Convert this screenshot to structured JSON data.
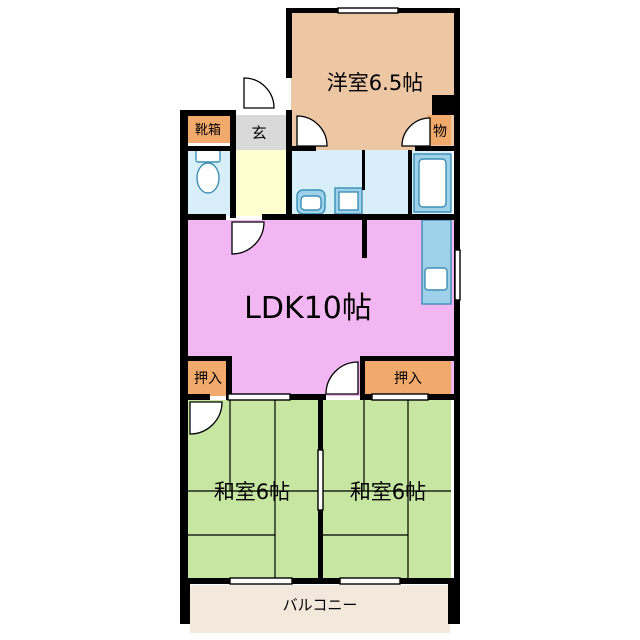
{
  "rooms": {
    "western_room": "洋室6.5帖",
    "ldk": "LDK10帖",
    "japanese_room_left": "和室6帖",
    "japanese_room_right": "和室6帖",
    "balcony": "バルコニー",
    "entrance": "玄",
    "shoe_closet": "靴箱",
    "storage": "物",
    "closet_left": "押入",
    "closet_right": "押入"
  },
  "colors": {
    "western_room": "#EDC6A4",
    "ldk": "#F2B6F2",
    "japanese_room": "#C6E6A2",
    "wet_area": "#D8EEF8",
    "toilet": "#FFFFD0",
    "closet": "#F2AA6C",
    "entrance": "#D9D9D9",
    "balcony": "#F3E8DC",
    "wall": "#000000"
  }
}
